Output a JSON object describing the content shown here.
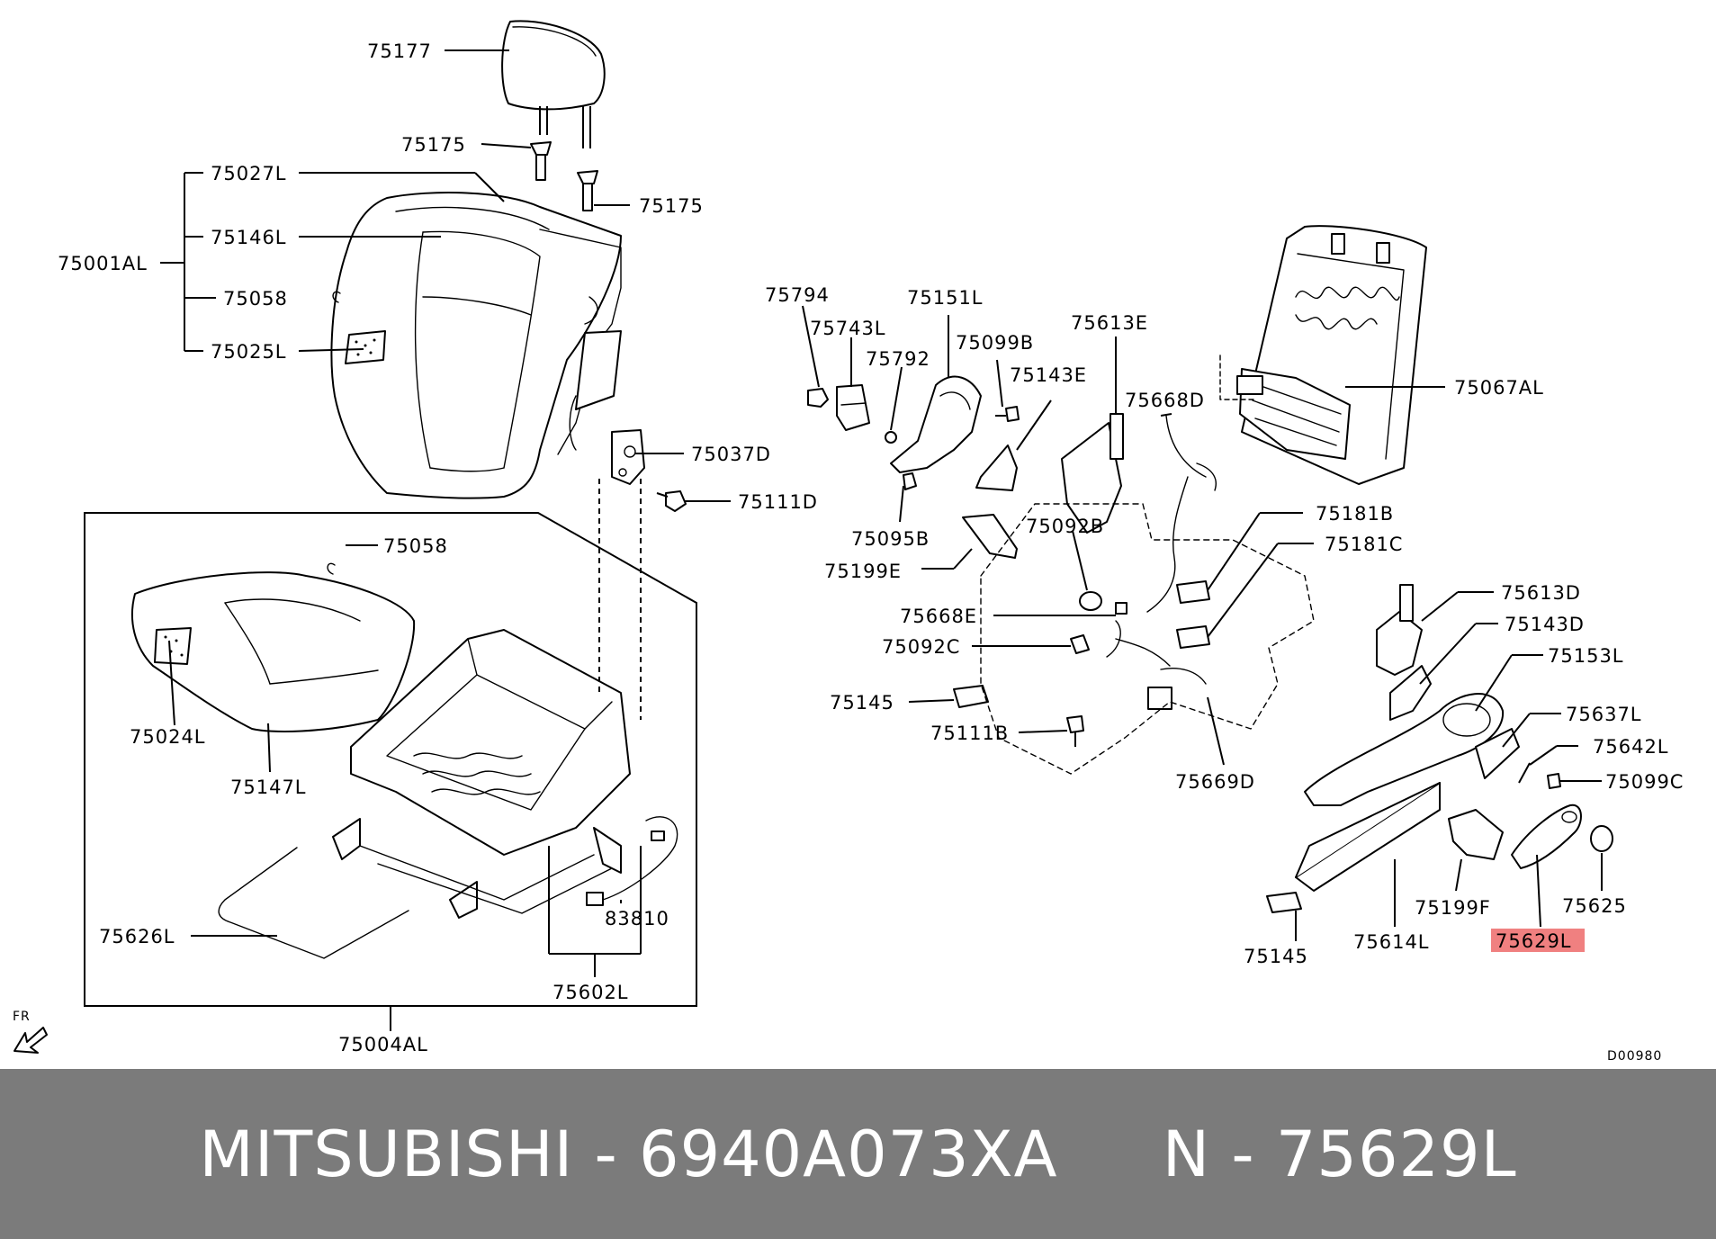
{
  "diagram": {
    "labels": [
      "75177",
      "75175",
      "75175",
      "75027L",
      "75146L",
      "75001AL",
      "75058",
      "75025L",
      "75037D",
      "75111D",
      "75058",
      "75024L",
      "75147L",
      "75626L",
      "83810",
      "75602L",
      "75004AL",
      "75794",
      "75743L",
      "75792",
      "75151L",
      "75099B",
      "75143E",
      "75613E",
      "75067AL",
      "75668D",
      "75095B",
      "75199E",
      "75092B",
      "75181B",
      "75181C",
      "75668E",
      "75092C",
      "75145",
      "75111B",
      "75669D",
      "75613D",
      "75143D",
      "75153L",
      "75637L",
      "75642L",
      "75099C",
      "75625",
      "75199F",
      "75614L",
      "75145",
      "75629L"
    ],
    "highlighted_label": "75629L",
    "direction_indicator": "FR",
    "diagram_code": "D00980"
  },
  "footer": {
    "text": "MITSUBISHI - 6940A073XA     N - 75629L"
  },
  "colors": {
    "highlight": "#f08080",
    "footer_bg": "#7b7b7b",
    "footer_text": "#ffffff"
  }
}
